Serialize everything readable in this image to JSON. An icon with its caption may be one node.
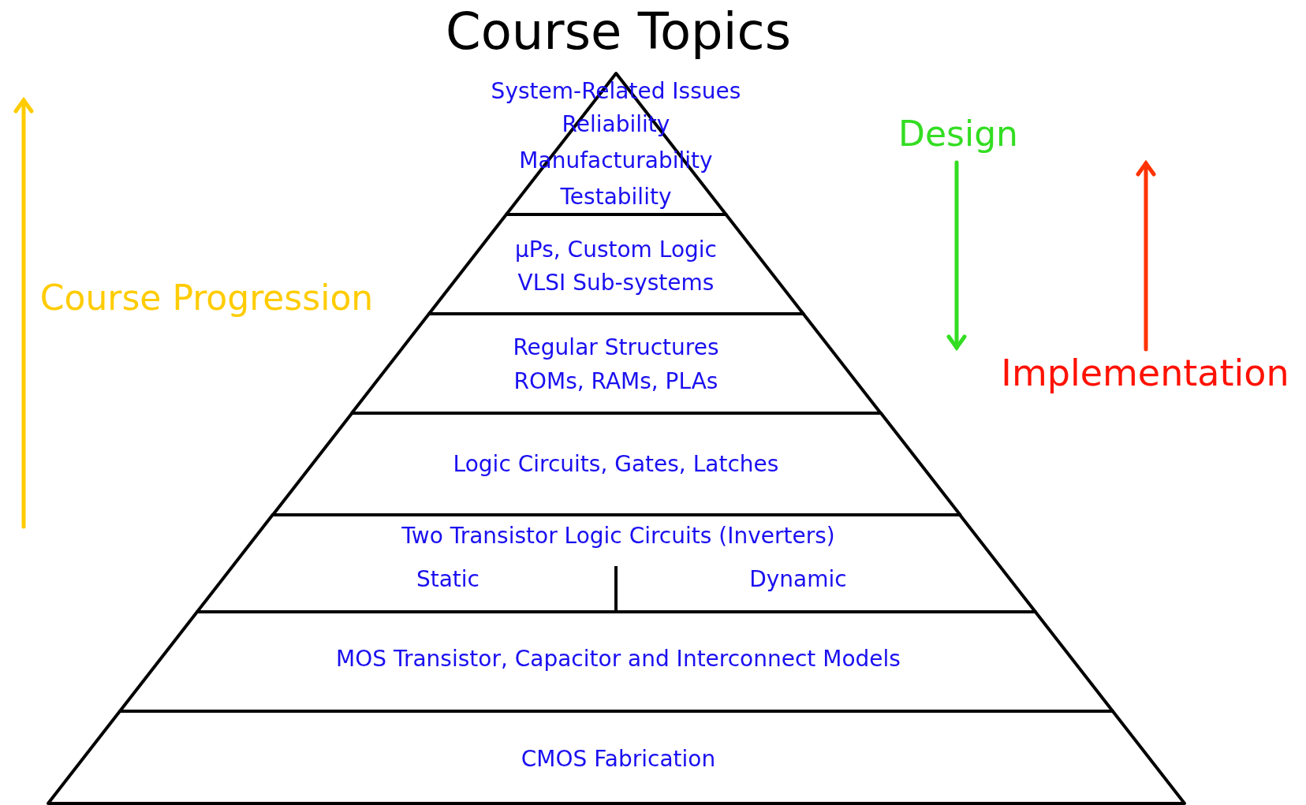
{
  "diagram": {
    "title": "Course Topics",
    "nodes": [
      {
        "text": [
          "System-Related Issues",
          "Reliability",
          "Manufacturability",
          "Testability"
        ]
      },
      {
        "text": [
          "µPs, Custom Logic",
          "VLSI Sub-systems"
        ]
      },
      {
        "text": [
          "Regular Structures",
          "ROMs, RAMs, PLAs"
        ]
      },
      {
        "text": [
          "Logic Circuits, Gates, Latches"
        ]
      },
      {
        "text": [
          "Two Transistor Logic Circuits (Inverters)",
          "Static",
          "Dynamic"
        ]
      },
      {
        "text": [
          "MOS Transistor, Capacitor and Interconnect Models"
        ]
      },
      {
        "text": [
          "CMOS Fabrication"
        ]
      }
    ],
    "labels": [
      "Course Progression",
      "Design",
      "Implementation"
    ]
  }
}
